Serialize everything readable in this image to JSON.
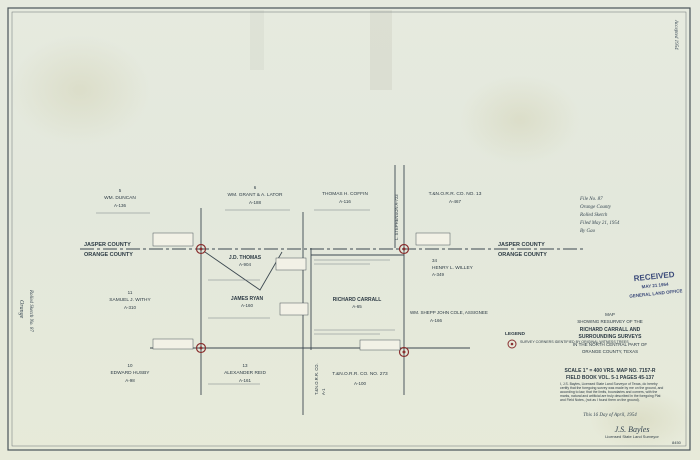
{
  "colors": {
    "paper": "#e6eadf",
    "ink": "#2c3a44",
    "survey_line": "#3c4850",
    "corner_marker": "#8a3030",
    "stamp": "#3b4a7a"
  },
  "county_line": {
    "left_top": "JASPER COUNTY",
    "left_bottom": "ORANGE COUNTY",
    "right_top": "JASPER COUNTY",
    "right_bottom": "ORANGE COUNTY"
  },
  "tracts": {
    "t_n1": {
      "num": "5",
      "name": "WM. DUNCAN",
      "abstract": "A-136"
    },
    "t_n2": {
      "num": "6",
      "name": "WM. GRANT & A. LATOR",
      "abstract": "A-188"
    },
    "t_n3": {
      "name": "THOMAS H. COFFIN",
      "abstract": "A-116"
    },
    "t_n4": {
      "name": "T.&N.O.R.R. CO. NO. 13",
      "abstract": "A-467"
    },
    "t_m1": {
      "name": "J.D. THOMAS",
      "abstract": "A-904"
    },
    "t_m2": {
      "num": "11",
      "name": "SAMUEL J. WITHY",
      "abstract": "A-310"
    },
    "t_m3": {
      "name": "JAMES RYAN",
      "abstract": "A-160"
    },
    "t_m4": {
      "name": "RICHARD CARRALL",
      "abstract": "A-65"
    },
    "t_m5": {
      "num": "34",
      "name": "HENRY L. WILLEY",
      "abstract": "A-349"
    },
    "t_m6": {
      "name": "WM. SHEPP JOHN COLE, ASSIGNEE",
      "abstract": "A-166"
    },
    "t_s1": {
      "num": "10",
      "name": "EDWARD HUSBY",
      "abstract": "A-98"
    },
    "t_s2": {
      "num": "13",
      "name": "ALEXANDER REID",
      "abstract": "A-161"
    },
    "t_s3": {
      "name": "T.&N.O.R.R. CO. NO. 273",
      "abstract": "A-100"
    },
    "t_s4": {
      "name": "T.&N.O.R.R. CO.",
      "abstract": "A-1"
    }
  },
  "road": {
    "name": "L. STEPHENSON A-723"
  },
  "legend": {
    "title": "LEGEND",
    "item": "SURVEY CORNERS IDENTIFIED BY ORIGINAL WITNESS TREES"
  },
  "title_block": {
    "heading": "MAP",
    "line1": "SHOWING RESURVEY OF THE",
    "line2": "RICHARD CARRALL AND",
    "line3": "SURROUNDING SURVEYS",
    "line4": "IN THE NORTH CENTRAL PART OF",
    "line5": "ORANGE COUNTY, TEXAS"
  },
  "scale": {
    "line": "SCALE 1\" = 400 VRS.  MAP NO. 7157-R",
    "field": "FIELD BOOK VOL. 5-1 PAGES 45-137"
  },
  "certification": "I, J.S. Bayles, Licensed State Land Surveyor of Texas, do hereby certify that the foregoing survey was made by me on the ground, and according to law, that the limits, boundaries and corners, with the marks, natural and artificial are truly described in the foregoing Plat and Field Notes, (not as I found them on the ground).",
  "date_line": "This 16 Day of April, 1954",
  "signature": "J.S. Bayles",
  "signer_title": "Licensed State Land Surveyor",
  "filing": {
    "file_no": "File No. 87",
    "county": "Orange County",
    "sketch": "Rolled Sketch",
    "filed": "Filed May 21, 1954",
    "by": "By Gao"
  },
  "stamp": {
    "text1": "RECEIVED",
    "text2": "MAY 21 1954",
    "text3": "GENERAL LAND OFFICE"
  },
  "margin_notes": [
    "Orange",
    "Rolled Sketch No. 87",
    "Accepted 1954"
  ],
  "corner_numbers": [
    "8450"
  ]
}
